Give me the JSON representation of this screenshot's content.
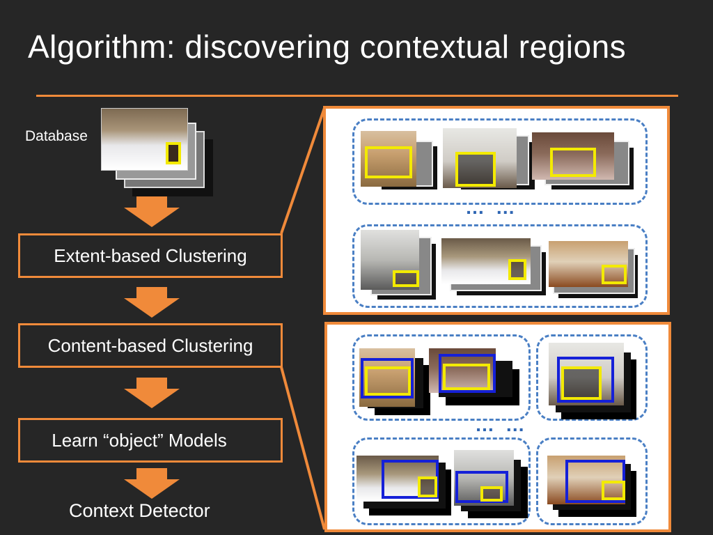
{
  "title": "Algorithm: discovering contextual regions",
  "database_label": "Database",
  "steps": [
    "Extent-based Clustering",
    "Content-based Clustering",
    "Learn “object” Models"
  ],
  "final_label": "Context Detector",
  "ellipsis": "… …",
  "colors": {
    "accent_orange": "#f08a3a",
    "background": "#262626",
    "cluster_border_blue": "#4a7fc4",
    "ellipsis_blue": "#2f66b3",
    "region_yellow": "#f3ea00",
    "region_blue": "#1520d8"
  },
  "icons": [
    "down-arrow-icon"
  ]
}
